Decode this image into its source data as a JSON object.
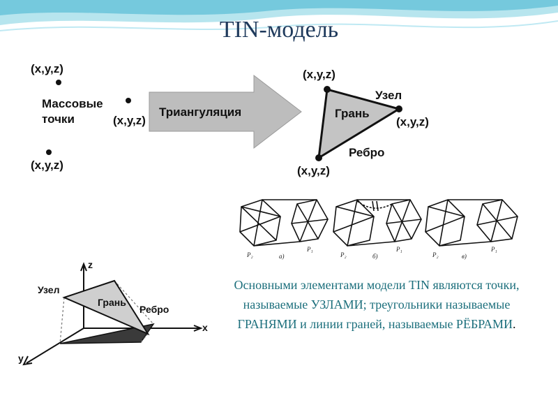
{
  "slide": {
    "title": "TIN-модель",
    "description": "Основными элементами модели TIN являются точки, называемые УЗЛАМИ; треугольники называемые ГРАНЯМИ и линии граней, называемые РЁБРАМИ",
    "description_end": "."
  },
  "diagram_top": {
    "point_label": "(x,y,z)",
    "mass_points_line1": "Массовые",
    "mass_points_line2": "точки",
    "arrow_label": "Триангуляция",
    "node_label": "Узел",
    "face_label": "Грань",
    "edge_label": "Ребро"
  },
  "diagram_bottom": {
    "axis_z": "z",
    "axis_x": "x",
    "axis_y": "y",
    "node_label": "Узел",
    "face_label": "Грань",
    "edge_label": "Ребро"
  },
  "diagram_triangulation": {
    "captions": [
      "а)",
      "б)",
      "в)"
    ],
    "point_labels": [
      "P₂",
      "P₁",
      "P₂",
      "P₁",
      "P₂",
      "P₁"
    ]
  },
  "colors": {
    "title": "#1f3a5c",
    "description": "#1c6f7c",
    "wave": "#7ccfe0"
  }
}
